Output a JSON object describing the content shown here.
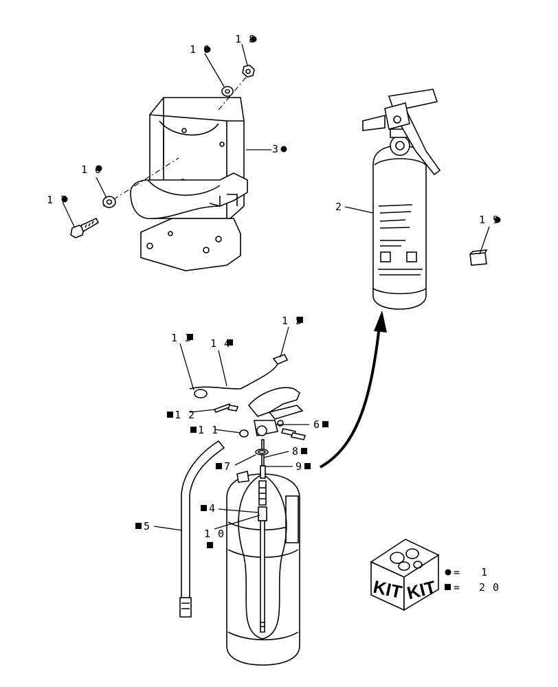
{
  "callouts": {
    "c16a": "1 6",
    "c18": "1 8",
    "c3": "3",
    "c16b": "1 6",
    "c17": "1 7",
    "c2": "2",
    "c19": "1 9",
    "c15": "1 5",
    "c13": "1 3",
    "c14": "1 4",
    "c12": "1 2",
    "c6": "6",
    "c11": "1 1",
    "c8": "8",
    "c7": "7",
    "c9": "9",
    "c4": "4",
    "c10": "1 0",
    "c5": "5"
  },
  "kit": {
    "label_left": "KIT",
    "label_right": "KIT"
  },
  "legend": {
    "circle_eq": "=",
    "circle_qty": "1",
    "square_eq": "=",
    "square_qty": "2 0"
  },
  "icons": [
    "circle-bullet-icon",
    "square-bullet-icon",
    "kit-box-icon"
  ]
}
